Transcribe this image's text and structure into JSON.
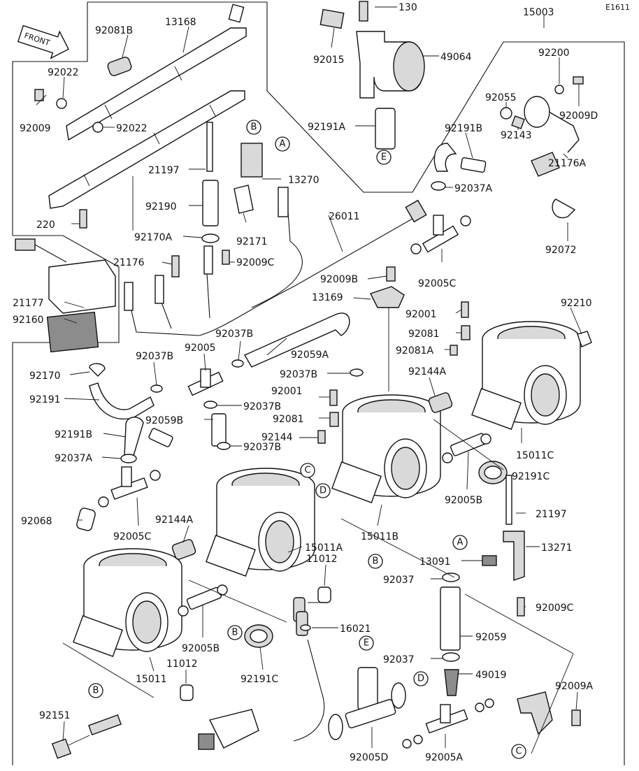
{
  "diagram_code": "E1611",
  "front_label": "FRONT",
  "labels": {
    "p130": "130",
    "p92015": "92015",
    "p49064": "49064",
    "p92191A": "92191A",
    "p15003": "15003",
    "p92200": "92200",
    "p92055": "92055",
    "p92009D": "92009D",
    "p92143": "92143",
    "p21176A": "21176A",
    "p92191B_top": "92191B",
    "p92037A_top": "92037A",
    "p92072": "92072",
    "p92081B": "92081B",
    "p13168": "13168",
    "p92022_a": "92022",
    "p92022_b": "92022",
    "p92009": "92009",
    "p21197_top": "21197",
    "p13270": "13270",
    "p92190": "92190",
    "p220": "220",
    "p26011": "26011",
    "p92170A": "92170A",
    "p92171": "92171",
    "p21176": "21176",
    "p92009C_top": "92009C",
    "p92009B": "92009B",
    "p92005C_top": "92005C",
    "p21177": "21177",
    "p13169": "13169",
    "p92160": "92160",
    "p92001_a": "92001",
    "p92210": "92210",
    "p92081_a": "92081",
    "p92037B_a": "92037B",
    "p92081A": "92081A",
    "p92005_mid": "92005",
    "p92059A": "92059A",
    "p92037B_b": "92037B",
    "p92037B_c": "92037B",
    "p92144A_a": "92144A",
    "p92170": "92170",
    "p92001_b": "92001",
    "p92191": "92191",
    "p92037B_d": "92037B",
    "p92081_b": "92081",
    "p92059B": "92059B",
    "p92144": "92144",
    "p92191B_left": "92191B",
    "p92037B_e": "92037B",
    "p15011C": "15011C",
    "p92037A_left": "92037A",
    "p92191C_right": "92191C",
    "p92005B_right": "92005B",
    "p92068": "92068",
    "p92144A_b": "92144A",
    "p21197_right": "21197",
    "p15011A": "15011A",
    "p92005C_left": "92005C",
    "p15011B": "15011B",
    "p13271": "13271",
    "p11012_a": "11012",
    "p13091": "13091",
    "p92037_a": "92037",
    "p92009C_right": "92009C",
    "p16021": "16021",
    "p92005B_left": "92005B",
    "p92059": "92059",
    "p11012_b": "11012",
    "p15011": "15011",
    "p92037_b": "92037",
    "p92191C_left": "92191C",
    "p49019": "49019",
    "p92009A": "92009A",
    "p92151": "92151",
    "p92005D": "92005D",
    "p92005A": "92005A"
  },
  "refs": {
    "B_top": "B",
    "A_top": "A",
    "E_top": "E",
    "C_carb": "C",
    "D_carb": "D",
    "B_mid": "B",
    "A_right": "A",
    "B_low": "B",
    "B_bottom": "B",
    "E_bottom": "E",
    "D_bottom": "D",
    "C_bottom": "C"
  }
}
